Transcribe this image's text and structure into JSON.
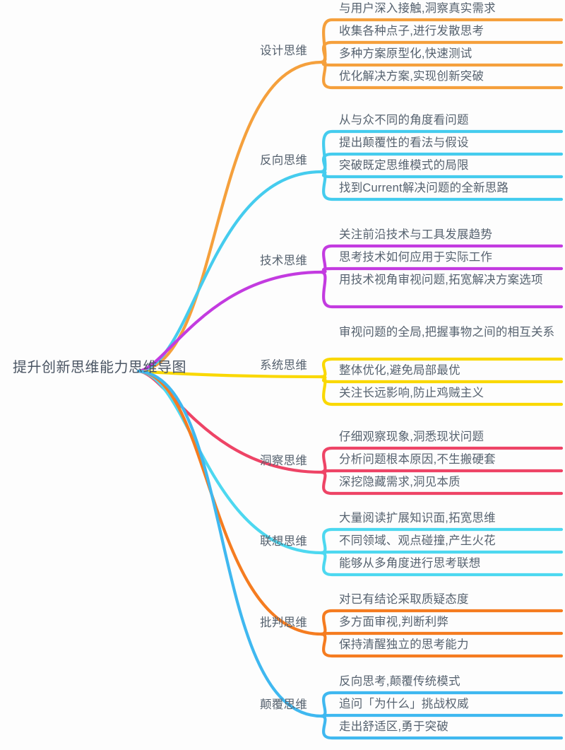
{
  "map": {
    "title": "提升创新思维能力思维导图",
    "background": "#fdfdfd",
    "text_color": "#56626f",
    "root_text_color": "#4a5563"
  },
  "branches": [
    {
      "label": "设计思维",
      "color": "#F5A03C",
      "items": [
        "与用户深入接触,洞察真实需求",
        "收集各种点子,进行发散思考",
        "多种方案原型化,快速测试",
        "优化解决方案,实现创新突破"
      ]
    },
    {
      "label": "反向思维",
      "color": "#45CCEE",
      "items": [
        "从与众不同的角度看问题",
        "提出颠覆性的看法与假设",
        "突破既定思维模式的局限",
        "找到Current解决问题的全新思路"
      ]
    },
    {
      "label": "技术思维",
      "color": "#C33BE0",
      "items": [
        "关注前沿技术与工具发展趋势",
        "思考技术如何应用于实际工作",
        "用技术视角审视问题,拓宽解决方案选项"
      ]
    },
    {
      "label": "系统思维",
      "color": "#FAD800",
      "items": [
        "审视问题的全局,把握事物之间的相互关系",
        "整体优化,避免局部最优",
        "关注长远影响,防止鸡贼主义"
      ]
    },
    {
      "label": "洞察思维",
      "color": "#EE4466",
      "items": [
        "仔细观察现象,洞悉现状问题",
        "分析问题根本原因,不生搬硬套",
        "深挖隐藏需求,洞见本质"
      ]
    },
    {
      "label": "联想思维",
      "color": "#4DD8F0",
      "items": [
        "大量阅读扩展知识面,拓宽思维",
        "不同领域、观点碰撞,产生火花",
        "能够从多角度进行思考联想"
      ]
    },
    {
      "label": "批判思维",
      "color": "#F57C20",
      "items": [
        "对已有结论采取质疑态度",
        "多方面审视,判断利弊",
        "保持清醒独立的思考能力"
      ]
    },
    {
      "label": "颠覆思维",
      "color": "#3FB8F0",
      "items": [
        "反向思考,颠覆传统模式",
        "追问「为什么」挑战权威",
        "走出舒适区,勇于突破"
      ]
    }
  ]
}
